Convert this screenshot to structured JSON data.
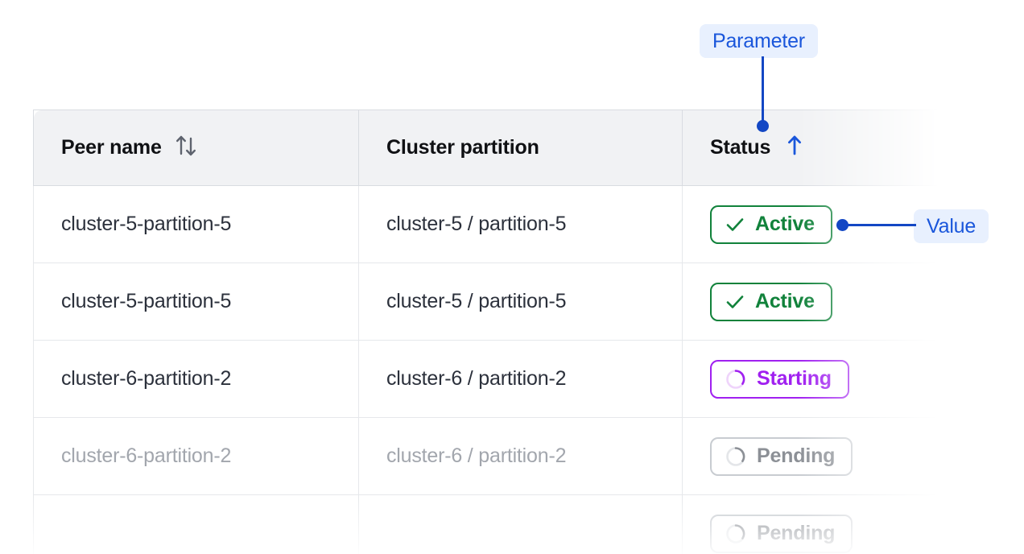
{
  "table": {
    "columns": [
      {
        "label": "Peer name",
        "sort_icon": "sort-both-icon",
        "sort_state": "none"
      },
      {
        "label": "Cluster partition",
        "sort_icon": null,
        "sort_state": "none"
      },
      {
        "label": "Status",
        "sort_icon": "arrow-up-icon",
        "sort_state": "ascending"
      }
    ],
    "rows": [
      {
        "peer_name": "cluster-5-partition-5",
        "cluster_partition": "cluster-5 / partition-5",
        "status": "Active",
        "status_kind": "active",
        "status_icon": "check-icon",
        "muted": false
      },
      {
        "peer_name": "cluster-5-partition-5",
        "cluster_partition": "cluster-5 / partition-5",
        "status": "Active",
        "status_kind": "active",
        "status_icon": "check-icon",
        "muted": false
      },
      {
        "peer_name": "cluster-6-partition-2",
        "cluster_partition": "cluster-6 / partition-2",
        "status": "Starting",
        "status_kind": "starting",
        "status_icon": "spinner-icon",
        "muted": false
      },
      {
        "peer_name": "cluster-6-partition-2",
        "cluster_partition": "cluster-6 / partition-2",
        "status": "Pending",
        "status_kind": "pending",
        "status_icon": "spinner-icon",
        "muted": true
      },
      {
        "peer_name": "",
        "cluster_partition": "",
        "status": "Pending",
        "status_kind": "pending",
        "status_icon": "spinner-icon",
        "muted": true
      }
    ]
  },
  "annotations": {
    "parameter": {
      "label": "Parameter",
      "target": "status-column-header"
    },
    "value": {
      "label": "Value",
      "target": "status-pill-row-1"
    }
  },
  "colors": {
    "annotation_text": "#1a56db",
    "annotation_bg": "#e8f0fe",
    "annotation_line": "#1347c4",
    "status_active": "#11823b",
    "status_starting": "#a020f0",
    "status_pending": "#8c9096",
    "header_bg": "#f1f2f4",
    "body_text": "#2b303b",
    "muted_text": "#a2a6ad"
  }
}
